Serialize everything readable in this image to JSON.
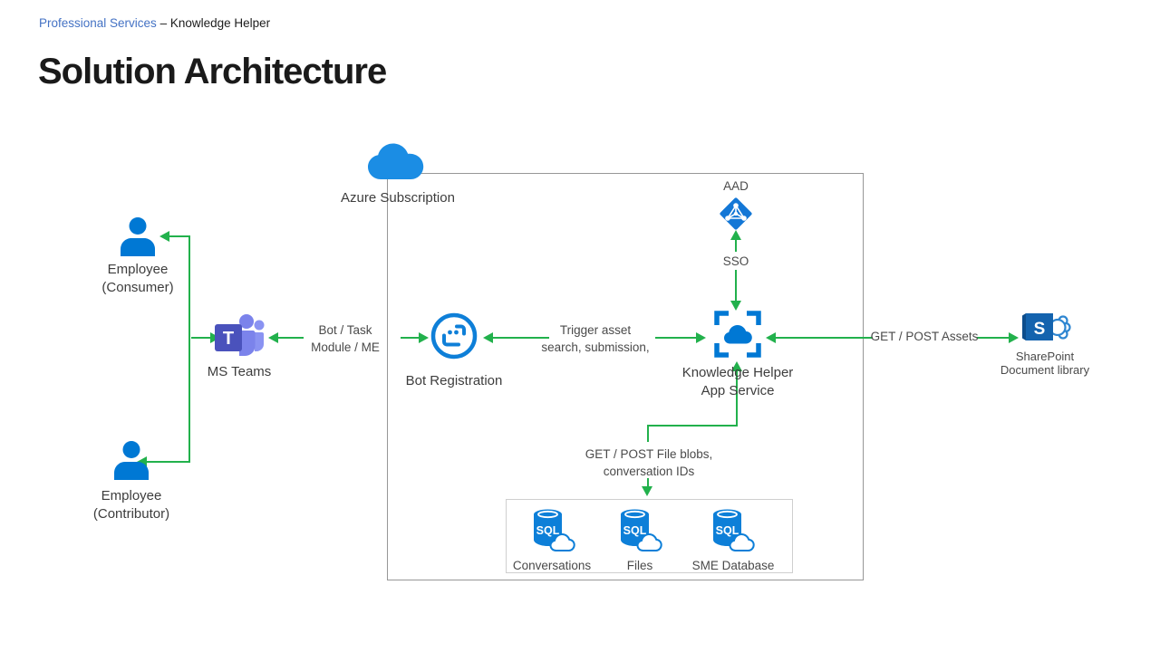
{
  "header": {
    "product": "Professional Services",
    "rest": "– Knowledge Helper"
  },
  "title": "Solution Architecture",
  "colors": {
    "header_link_blue": "#4472C4",
    "icon_blue": "#0078D4",
    "azure_cloud_blue": "#1B8DE4",
    "teams_purple": "#4A52BC",
    "teams_light_purple": "#7B83EB",
    "sharepoint_blue": "#1463AE",
    "connector_green": "#22B14C",
    "outer_box_border": "#979797",
    "inner_box_border": "#cfcfcf"
  },
  "nodes": {
    "azure_subscription": {
      "label": "Azure Subscription"
    },
    "aad": {
      "label": "AAD"
    },
    "employee_consumer": {
      "line1": "Employee",
      "line2": "(Consumer)"
    },
    "employee_contributor": {
      "line1": "Employee",
      "line2": "(Contributor)"
    },
    "ms_teams": {
      "label": "MS Teams",
      "letter": "T"
    },
    "bot_registration": {
      "label": "Bot Registration"
    },
    "app_service": {
      "line1": "Knowledge Helper",
      "line2": "App Service"
    },
    "sharepoint": {
      "line1": "SharePoint",
      "line2": "Document library",
      "letter": "S"
    },
    "databases": {
      "badge": "SQL",
      "conversations": "Conversations",
      "files": "Files",
      "sme": "SME Database"
    }
  },
  "connectors": {
    "sso": {
      "label": "SSO"
    },
    "teams_bot": {
      "line1": "Bot / Task",
      "line2": "Module / ME"
    },
    "bot_app": {
      "line1": "Trigger asset",
      "line2": "search, submission,"
    },
    "app_sharepoint": {
      "label": "GET / POST Assets"
    },
    "app_storage": {
      "line1": "GET / POST File blobs,",
      "line2": "conversation IDs"
    }
  }
}
